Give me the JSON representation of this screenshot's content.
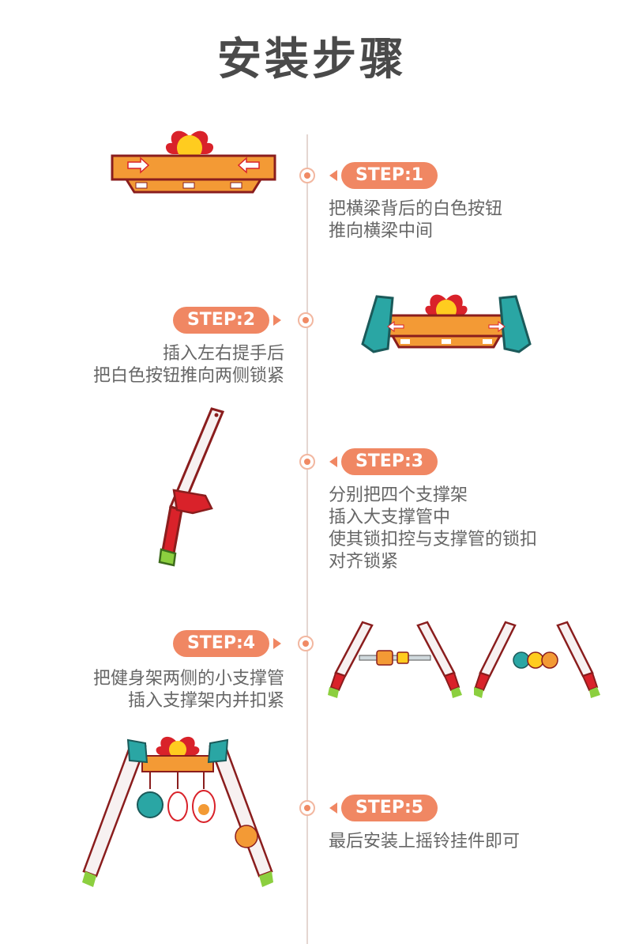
{
  "title": "安装步骤",
  "steps": [
    {
      "label": "STEP:1",
      "lines": [
        "把横梁背后的白色按钮",
        "推向横梁中间"
      ]
    },
    {
      "label": "STEP:2",
      "lines": [
        "插入左右提手后",
        "把白色按钮推向两侧锁紧"
      ]
    },
    {
      "label": "STEP:3",
      "lines": [
        "分别把四个支撑架",
        "插入大支撑管中",
        "使其锁扣控与支撑管的锁扣",
        "对齐锁紧"
      ]
    },
    {
      "label": "STEP:4",
      "lines": [
        "把健身架两侧的小支撑管",
        "插入支撑架内并扣紧"
      ]
    },
    {
      "label": "STEP:5",
      "lines": [
        "最后安装上摇铃挂件即可"
      ]
    }
  ],
  "colors": {
    "accent": "#f08763",
    "timeline": "#e4d6d1",
    "text": "#666666"
  }
}
